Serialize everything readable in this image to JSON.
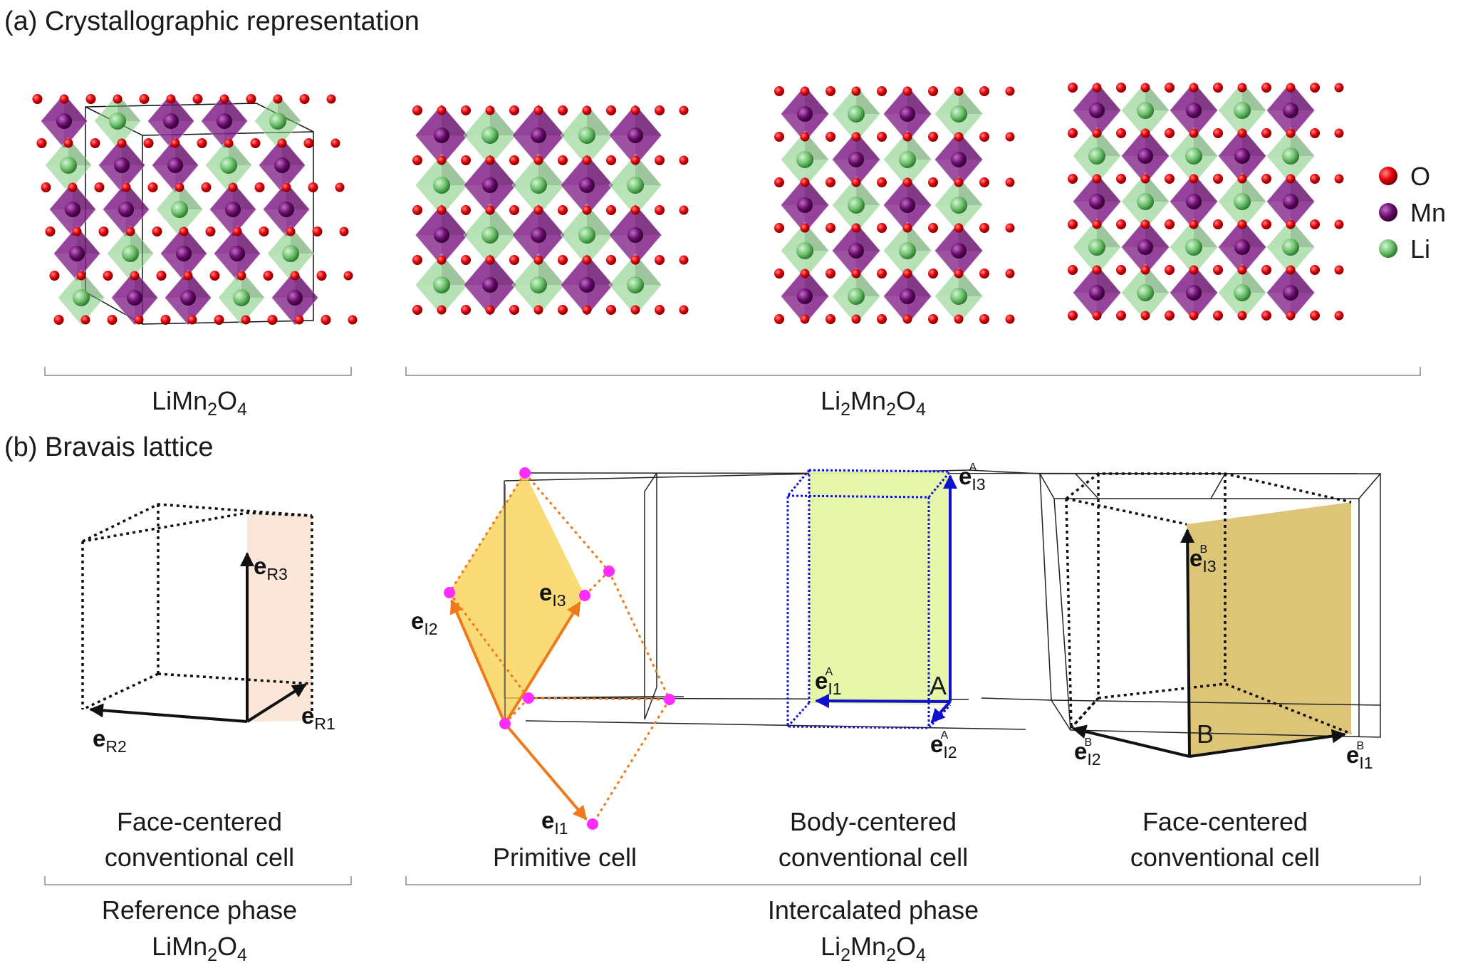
{
  "panel_a": {
    "title": "(a) Crystallographic representation",
    "legend": [
      {
        "label": "O",
        "color": "#e8000b"
      },
      {
        "label": "Mn",
        "color": "#6a0a6e"
      },
      {
        "label": "Li",
        "color": "#6cc06c"
      }
    ],
    "group_left": {
      "base": "LiMn",
      "s1": "2",
      "mid": "O",
      "s2": "4"
    },
    "group_right": {
      "pre": "Li",
      "s0": "2",
      "base": "Mn",
      "s1": "2",
      "mid": "O",
      "s2": "4"
    }
  },
  "panel_b": {
    "title": "(b) Bravais lattice",
    "reference_vectors": [
      {
        "main": "e",
        "sub": "R1"
      },
      {
        "main": "e",
        "sub": "R2"
      },
      {
        "main": "e",
        "sub": "R3"
      }
    ],
    "primitive_vectors": [
      {
        "main": "e",
        "sub": "I1"
      },
      {
        "main": "e",
        "sub": "I2"
      },
      {
        "main": "e",
        "sub": "I3"
      }
    ],
    "bc_vectors": [
      {
        "main": "e",
        "sub": "I1",
        "sup": "A"
      },
      {
        "main": "e",
        "sub": "I2",
        "sup": "A"
      },
      {
        "main": "e",
        "sub": "I3",
        "sup": "A"
      }
    ],
    "fc_vectors": [
      {
        "main": "e",
        "sub": "I1",
        "sup": "B"
      },
      {
        "main": "e",
        "sub": "I2",
        "sup": "B"
      },
      {
        "main": "e",
        "sub": "I3",
        "sup": "B"
      }
    ],
    "point_a": "A",
    "point_b": "B",
    "captions": {
      "ref_cell_1": "Face-centered",
      "ref_cell_2": "conventional cell",
      "primitive": "Primitive cell",
      "bc_1": "Body-centered",
      "bc_2": "conventional cell",
      "fc_1": "Face-centered",
      "fc_2": "conventional cell"
    },
    "phase_left": {
      "name": "Reference phase",
      "base": "LiMn",
      "s1": "2",
      "mid": "O",
      "s2": "4"
    },
    "phase_right": {
      "name": "Intercalated phase",
      "pre": "Li",
      "s0": "2",
      "base": "Mn",
      "s1": "2",
      "mid": "O",
      "s2": "4"
    }
  }
}
